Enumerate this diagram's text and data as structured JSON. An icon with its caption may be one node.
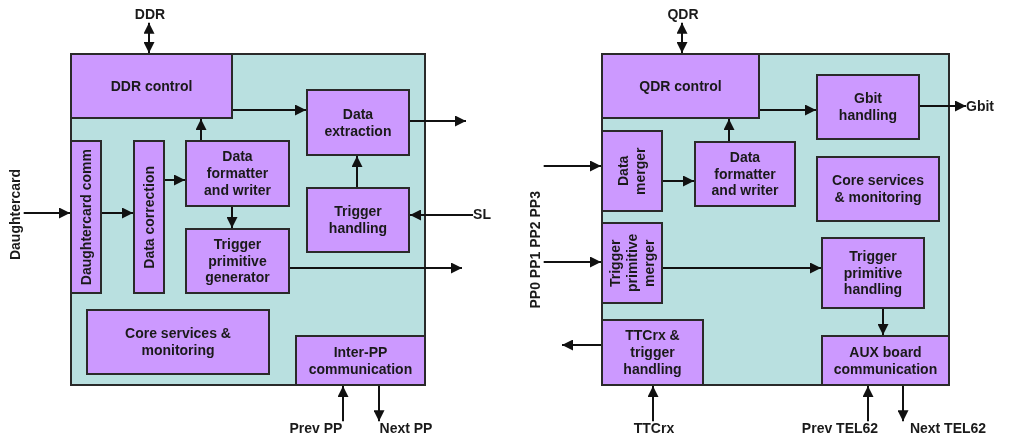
{
  "diagram": {
    "nodes": [
      {
        "text": [],
        "shape": "box"
      },
      {
        "text": [
          "DDR control"
        ],
        "in": 0
      },
      {
        "text": [
          "Daughtercard comm"
        ],
        "in": 0
      },
      {
        "text": [
          "Data correction"
        ],
        "in": 0
      },
      {
        "text": [
          "Data formatter and writer"
        ],
        "in": 0
      },
      {
        "text": [
          "Trigger primitive generator"
        ],
        "in": 0
      },
      {
        "text": [
          "Data extraction"
        ],
        "in": 0
      },
      {
        "text": [
          "Trigger handling"
        ],
        "in": 0
      },
      {
        "text": [
          "Core services & monitoring"
        ],
        "in": 0
      },
      {
        "text": [
          "Inter-PP communication"
        ],
        "in": 0
      },
      {
        "text": [
          "DDR"
        ]
      },
      {
        "text": [
          "Daughtercard"
        ]
      },
      {
        "text": [
          "SL"
        ]
      },
      {
        "text": [
          "Prev PP"
        ]
      },
      {
        "text": [
          "Next PP"
        ]
      },
      {
        "text": [],
        "shape": "box"
      },
      {
        "text": [
          "QDR control"
        ],
        "in": 15
      },
      {
        "text": [
          "Data merger"
        ],
        "in": 15
      },
      {
        "text": [
          "Trigger primitive merger"
        ],
        "in": 15
      },
      {
        "text": [
          "TTCrx & trigger handling"
        ],
        "in": 15
      },
      {
        "text": [
          "Data formatter and writer"
        ],
        "in": 15
      },
      {
        "text": [
          "Gbit handling"
        ],
        "in": 15
      },
      {
        "text": [
          "Core services & monitoring"
        ],
        "in": 15
      },
      {
        "text": [
          "Trigger primitive handling"
        ],
        "in": 15
      },
      {
        "text": [
          "AUX board communication"
        ],
        "in": 15
      },
      {
        "text": [
          "QDR"
        ]
      },
      {
        "text": [
          "Gbit"
        ]
      },
      {
        "text": [
          "PP0 PP1 PP2 PP3"
        ]
      },
      {
        "text": [
          "TTCrx"
        ]
      },
      {
        "text": [
          "Prev TEL62"
        ]
      },
      {
        "text": [
          "Next TEL62"
        ]
      }
    ],
    "edges": [
      {
        "from": 10,
        "to": 1,
        "arrow": "both"
      },
      {
        "from": 11,
        "to": 2,
        "arrow": "to"
      },
      {
        "from": 2,
        "to": 3,
        "arrow": "to"
      },
      {
        "from": 3,
        "to": 4,
        "arrow": "to"
      },
      {
        "from": 4,
        "to": 1,
        "arrow": "to"
      },
      {
        "from": 1,
        "to": 6,
        "arrow": "to"
      },
      {
        "from": 4,
        "to": 5,
        "arrow": "to"
      },
      {
        "from": 7,
        "to": 6,
        "arrow": "to"
      },
      {
        "from": 12,
        "to": 7,
        "arrow": "to"
      },
      {
        "from": 6,
        "to": null,
        "arrow": "to"
      },
      {
        "from": 5,
        "to": null,
        "arrow": "to"
      },
      {
        "from": 13,
        "to": 9,
        "arrow": "to"
      },
      {
        "from": 9,
        "to": 14,
        "arrow": "to"
      },
      {
        "from": 25,
        "to": 16,
        "arrow": "both"
      },
      {
        "from": 27,
        "to": 17,
        "arrow": "to"
      },
      {
        "from": 27,
        "to": 18,
        "arrow": "to"
      },
      {
        "from": 17,
        "to": 20,
        "arrow": "to"
      },
      {
        "from": 20,
        "to": 16,
        "arrow": "to"
      },
      {
        "from": 16,
        "to": 21,
        "arrow": "to"
      },
      {
        "from": 21,
        "to": 26,
        "arrow": "to"
      },
      {
        "from": 18,
        "to": 23,
        "arrow": "to"
      },
      {
        "from": 23,
        "to": 24,
        "arrow": "to"
      },
      {
        "from": 19,
        "to": null,
        "arrow": "to"
      },
      {
        "from": 28,
        "to": 19,
        "arrow": "to"
      },
      {
        "from": 29,
        "to": 24,
        "arrow": "to"
      },
      {
        "from": 24,
        "to": 30,
        "arrow": "to"
      }
    ]
  }
}
